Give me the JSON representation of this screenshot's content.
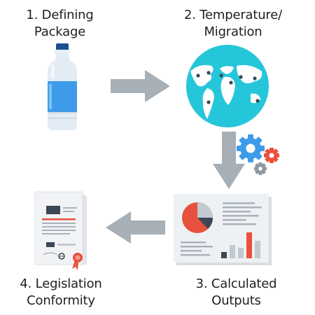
{
  "steps": [
    {
      "line1": "1. Defining",
      "line2": "Package",
      "icon": "water-bottle-icon"
    },
    {
      "line1": "2. Temperature/",
      "line2": "Migration",
      "icon": "globe-icon"
    },
    {
      "line1": "3. Calculated",
      "line2": "Outputs",
      "icon": "report-chart-icon"
    },
    {
      "line1": "4. Legislation",
      "line2": "Conformity",
      "icon": "certificate-document-icon"
    }
  ],
  "colors": {
    "arrow": "#a7afb7",
    "bottle_blue": "#3d9be9",
    "globe": "#26c6da",
    "gear_blue": "#3d9be9",
    "gear_red": "#e8513d",
    "gear_grey": "#8c96a0",
    "accent_red": "#e8513d",
    "dark": "#3b4754"
  }
}
